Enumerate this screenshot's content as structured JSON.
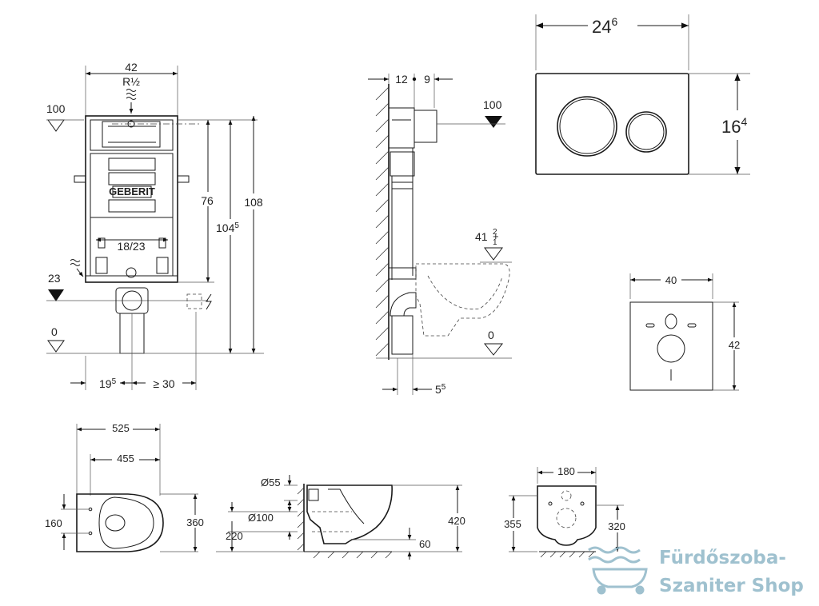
{
  "frame_view": {
    "width": "42",
    "thread": "R½",
    "level_100": "100",
    "level_23": "23",
    "level_0": "0",
    "height_76": "76",
    "height_104": "104",
    "height_104_sup": "5",
    "height_108": "108",
    "inner": "18/23",
    "offset_19": "19",
    "offset_19_sup": "5",
    "offset_30": "≥ 30",
    "brand": "GEBERIT"
  },
  "side_view": {
    "dim_12": "12",
    "dim_9": "9",
    "level_100": "100",
    "level_41": "41",
    "tol_plus": "+",
    "tol_minus": "−",
    "tol_upper": "2",
    "tol_lower": "1",
    "level_0": "0",
    "dim_5": "5",
    "dim_5_sup": "5"
  },
  "flush_plate": {
    "width": "24",
    "width_sup": "6",
    "height": "16",
    "height_sup": "4"
  },
  "sound_mat": {
    "width": "40",
    "height": "42"
  },
  "bowl_top": {
    "length_525": "525",
    "length_455": "455",
    "width_360": "360",
    "holes_160": "160"
  },
  "bowl_side": {
    "outlet_55": "Ø55",
    "outlet_100": "Ø100",
    "height_420": "420",
    "height_220": "220",
    "height_60": "60"
  },
  "bowl_back": {
    "width_180": "180",
    "height_355": "355",
    "height_320": "320"
  },
  "watermark": {
    "line1": "Fürdőszoba-",
    "line2": "Szaniter Shop",
    "color": "#8fb7c7"
  }
}
